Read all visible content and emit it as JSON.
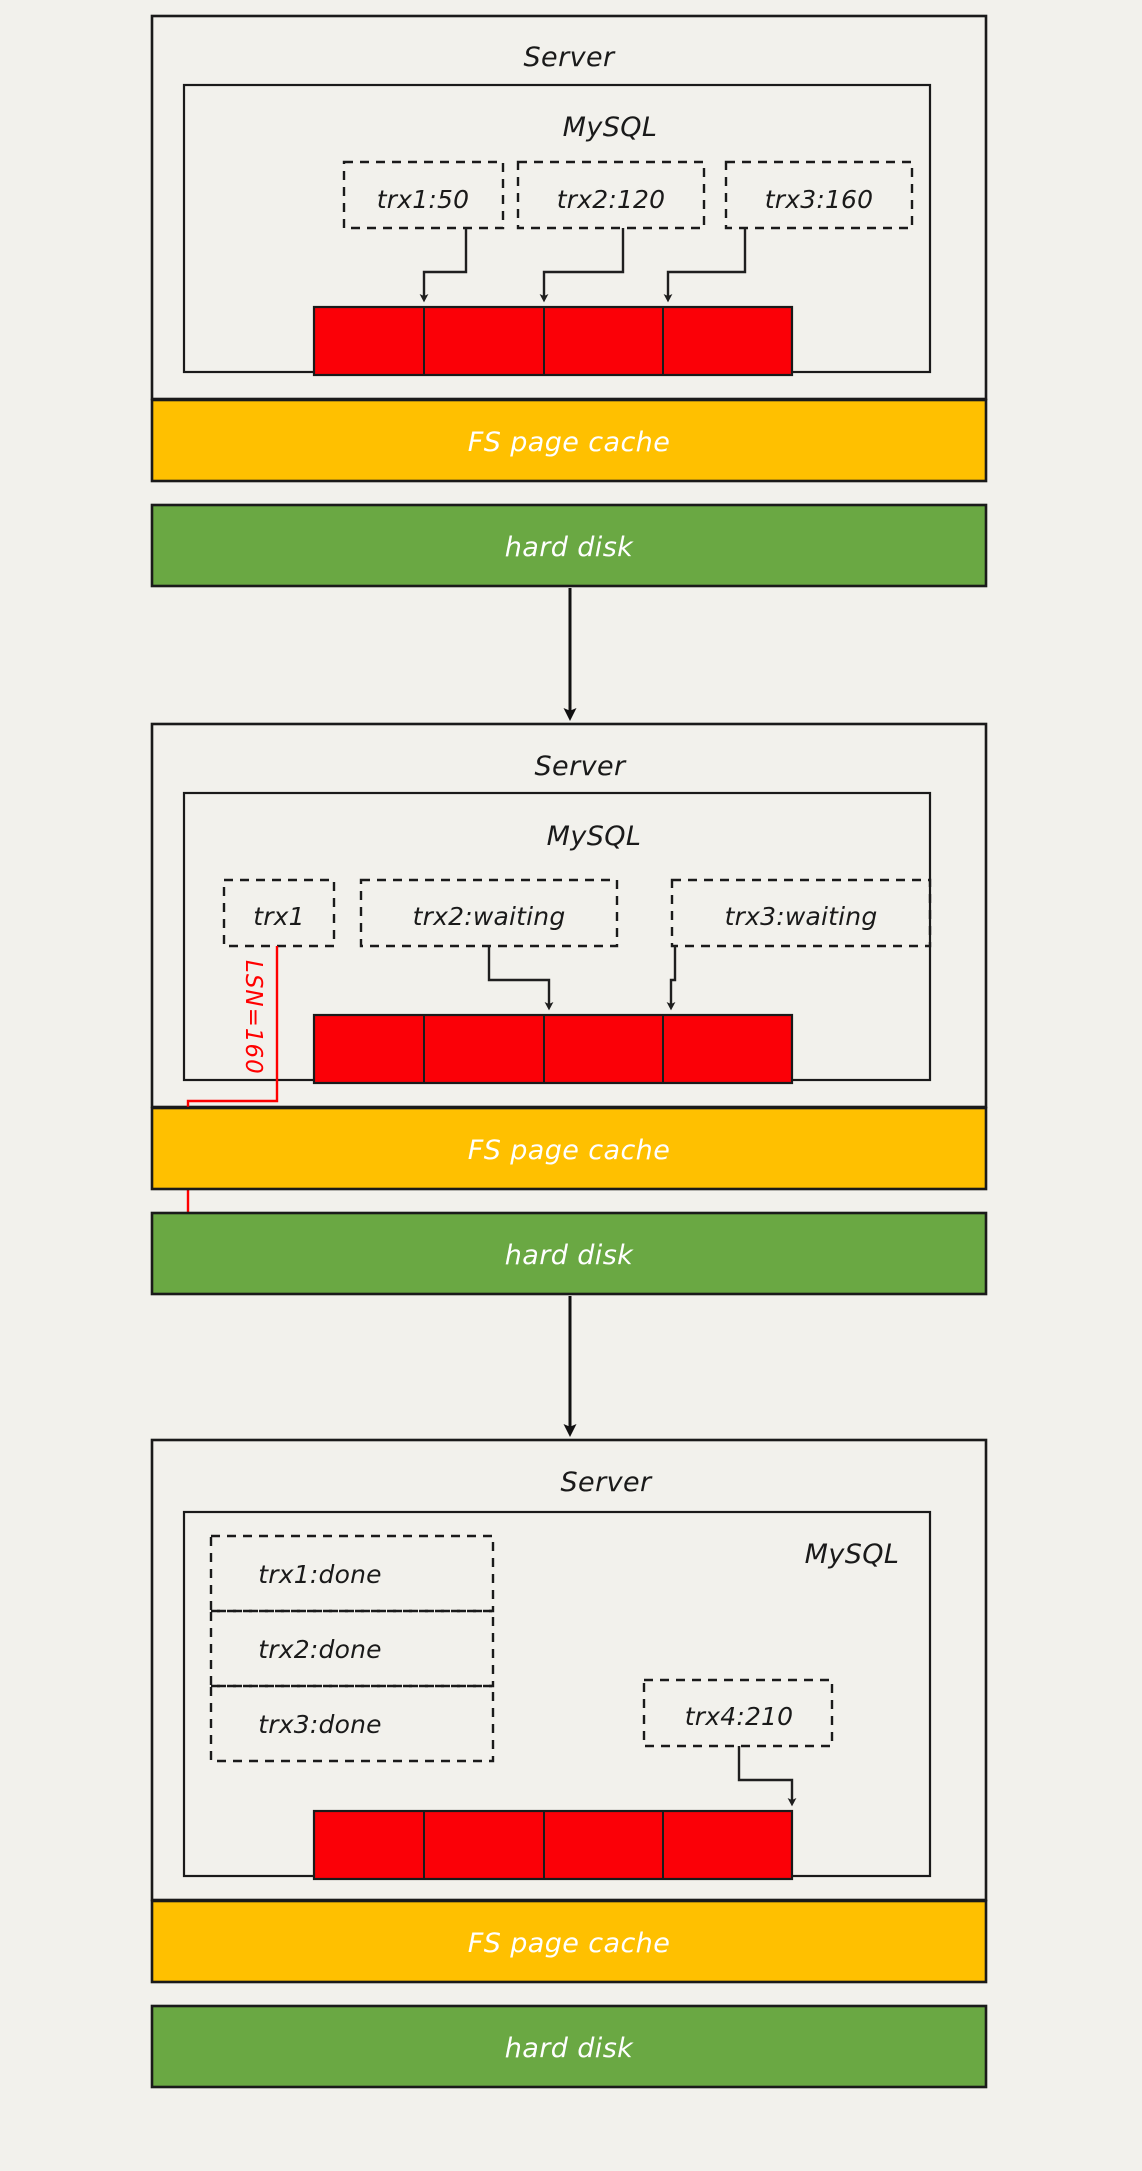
{
  "meta": {
    "background_color": "#f2f1ec",
    "ink_color": "#1a1a1a",
    "red_color": "#fb0007",
    "cache_color": "#ffc000",
    "disk_color": "#6aa843",
    "annotation_color": "#ff0000"
  },
  "panels": [
    {
      "id": "panel-1",
      "server_label": "Server",
      "mysql_label": "MySQL",
      "transactions": [
        {
          "label": "trx1:50"
        },
        {
          "label": "trx2:120"
        },
        {
          "label": "trx3:160"
        }
      ],
      "redolog_segments": 4,
      "bands": [
        {
          "name": "fs-page-cache",
          "label": "FS page cache",
          "color": "#ffc000"
        },
        {
          "name": "hard-disk",
          "label": "hard disk",
          "color": "#6aa843"
        }
      ]
    },
    {
      "id": "panel-2",
      "server_label": "Server",
      "mysql_label": "MySQL",
      "transactions": [
        {
          "label": "trx1"
        },
        {
          "label": "trx2:waiting"
        },
        {
          "label": "trx3:waiting"
        }
      ],
      "annotation": {
        "label": "LSN=160",
        "color": "#ff0000"
      },
      "redolog_segments": 4,
      "bands": [
        {
          "name": "fs-page-cache",
          "label": "FS page cache",
          "color": "#ffc000"
        },
        {
          "name": "hard-disk",
          "label": "hard disk",
          "color": "#6aa843"
        }
      ]
    },
    {
      "id": "panel-3",
      "server_label": "Server",
      "mysql_label": "MySQL",
      "done_transactions": [
        {
          "label": "trx1:done"
        },
        {
          "label": "trx2:done"
        },
        {
          "label": "trx3:done"
        }
      ],
      "transactions": [
        {
          "label": "trx4:210"
        }
      ],
      "redolog_segments": 4,
      "bands": [
        {
          "name": "fs-page-cache",
          "label": "FS page cache",
          "color": "#ffc000"
        },
        {
          "name": "hard-disk",
          "label": "hard disk",
          "color": "#6aa843"
        }
      ]
    }
  ]
}
